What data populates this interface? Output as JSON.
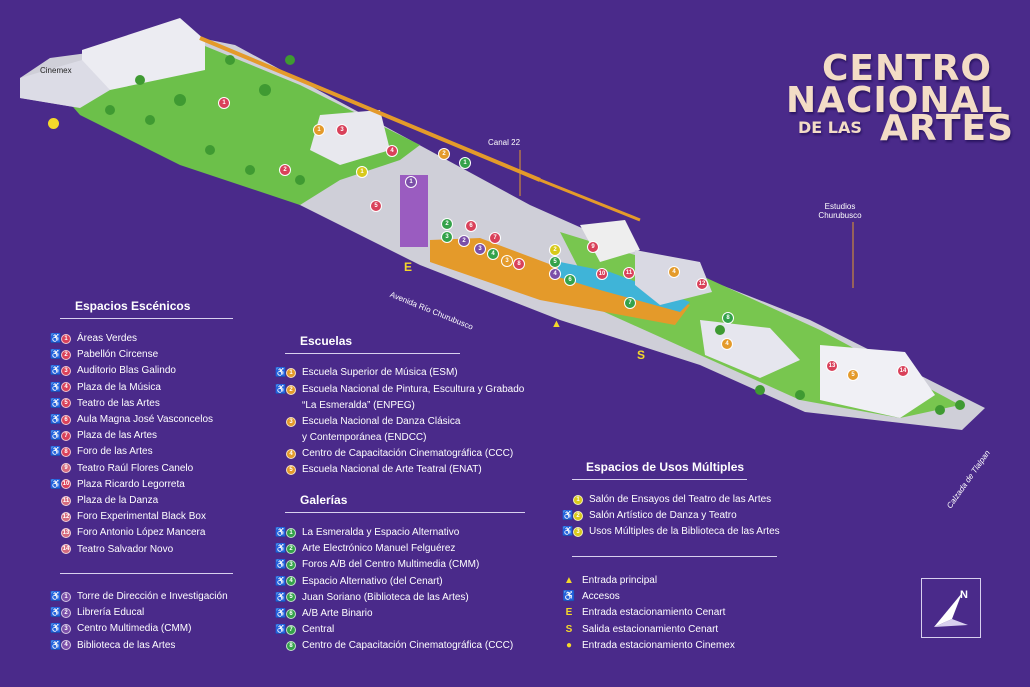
{
  "title": {
    "line1": "CENTRO",
    "line2": "NACIONAL",
    "line3_small": "DE LAS",
    "line3": "ARTES"
  },
  "map_labels": {
    "cinemex": "Cinemex",
    "canal22": "Canal 22",
    "estudios": "Estudios Churubusco",
    "avenida": "Avenida Río Churubusco",
    "calzada": "Calzada de Tlalpan",
    "entrada_e": "E",
    "salida_s": "S"
  },
  "sections": {
    "escenicos": "Espacios Escénicos",
    "escuelas": "Escuelas",
    "galerias": "Galerías",
    "multiples": "Espacios de Usos Múltiples"
  },
  "escenicos": [
    {
      "n": "1",
      "label": "Áreas Verdes",
      "wc": true
    },
    {
      "n": "2",
      "label": "Pabellón Circense",
      "wc": true
    },
    {
      "n": "3",
      "label": "Auditorio Blas Galindo",
      "wc": true
    },
    {
      "n": "4",
      "label": "Plaza de la Música",
      "wc": true
    },
    {
      "n": "5",
      "label": "Teatro de las Artes",
      "wc": true
    },
    {
      "n": "6",
      "label": "Aula Magna José Vasconcelos",
      "wc": true
    },
    {
      "n": "7",
      "label": "Plaza de las Artes",
      "wc": true
    },
    {
      "n": "8",
      "label": "Foro de las Artes",
      "wc": true
    },
    {
      "n": "9",
      "label": "Teatro Raúl Flores Canelo",
      "wc": false
    },
    {
      "n": "10",
      "label": "Plaza Ricardo Legorreta",
      "wc": true
    },
    {
      "n": "11",
      "label": "Plaza de la Danza",
      "wc": false
    },
    {
      "n": "12",
      "label": "Foro Experimental Black Box",
      "wc": false
    },
    {
      "n": "13",
      "label": "Foro Antonio López Mancera",
      "wc": false
    },
    {
      "n": "14",
      "label": "Teatro Salvador Novo",
      "wc": false
    }
  ],
  "servicios": [
    {
      "n": "1",
      "label": "Torre de Dirección e Investigación",
      "wc": true
    },
    {
      "n": "2",
      "label": "Librería Educal",
      "wc": true
    },
    {
      "n": "3",
      "label": "Centro Multimedia (CMM)",
      "wc": true
    },
    {
      "n": "4",
      "label": "Biblioteca de las Artes",
      "wc": true
    }
  ],
  "escuelas": [
    {
      "n": "1",
      "label": "Escuela Superior de Música (ESM)",
      "wc": true
    },
    {
      "n": "2",
      "label": "Escuela Nacional de Pintura, Escultura y Grabado",
      "label2": "“La Esmeralda” (ENPEG)",
      "wc": true
    },
    {
      "n": "3",
      "label": "Escuela Nacional de Danza Clásica",
      "label2": "y Contemporánea (ENDCC)",
      "wc": false
    },
    {
      "n": "4",
      "label": "Centro de Capacitación Cinematográfica (CCC)",
      "wc": false
    },
    {
      "n": "5",
      "label": "Escuela Nacional de Arte Teatral (ENAT)",
      "wc": false
    }
  ],
  "galerias": [
    {
      "n": "1",
      "label": "La Esmeralda y Espacio Alternativo",
      "wc": true
    },
    {
      "n": "2",
      "label": "Arte Electrónico Manuel Felguérez",
      "wc": true
    },
    {
      "n": "3",
      "label": "Foros A/B del Centro Multimedia (CMM)",
      "wc": true
    },
    {
      "n": "4",
      "label": "Espacio Alternativo (del Cenart)",
      "wc": true
    },
    {
      "n": "5",
      "label": "Juan Soriano (Biblioteca de las Artes)",
      "wc": true
    },
    {
      "n": "6",
      "label": "A/B Arte Binario",
      "wc": true
    },
    {
      "n": "7",
      "label": "Central",
      "wc": true
    },
    {
      "n": "8",
      "label": "Centro de Capacitación Cinematográfica (CCC)",
      "wc": false
    }
  ],
  "multiples": [
    {
      "n": "1",
      "label": "Salón de Ensayos del Teatro de las Artes",
      "wc": false
    },
    {
      "n": "2",
      "label": "Salón Artístico de Danza y Teatro",
      "wc": true
    },
    {
      "n": "3",
      "label": "Usos Múltiples de la Biblioteca de las Artes",
      "wc": true
    }
  ],
  "leyenda": [
    {
      "sym": "▲",
      "label": "Entrada principal"
    },
    {
      "sym": "♿",
      "label": "Accesos"
    },
    {
      "sym": "E",
      "label": "Entrada estacionamiento Cenart"
    },
    {
      "sym": "S",
      "label": "Salida estacionamiento Cenart"
    },
    {
      "sym": "●",
      "label": "Entrada estacionamiento Cinemex"
    }
  ],
  "compass_letter": "N",
  "colors": {
    "background": "#4a2a8a",
    "title": "#f3dcc6",
    "escenicos": "#d9415a",
    "escuelas": "#e49a2a",
    "galerias": "#34a24a",
    "multiples": "#d8c91a",
    "servicios": "#7b4fa8",
    "grass": "#6cc04a"
  }
}
